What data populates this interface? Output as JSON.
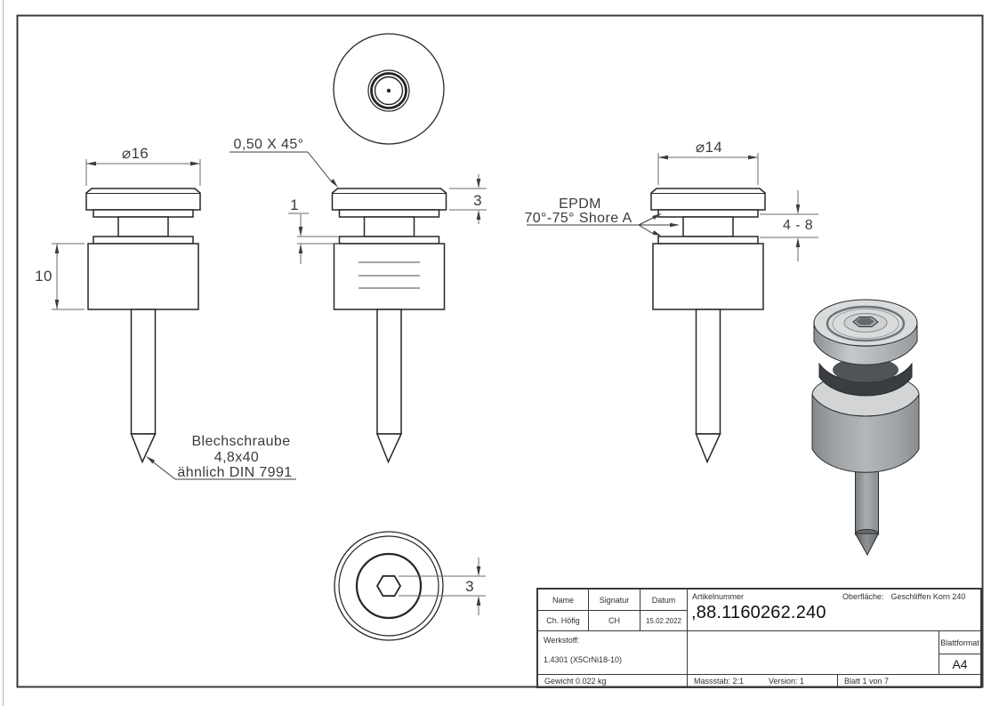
{
  "colors": {
    "part_line": "#262626",
    "dim_line": "#6a6a6a",
    "frame": "#3a3a3a",
    "metal_light": "#d9dbdc",
    "metal_mid": "#a7aaac",
    "metal_dark": "#7c7f81",
    "gasket_dark": "#3b3e40"
  },
  "annotations": {
    "d16": "⌀16",
    "chamfer": "0,50 X 45°",
    "cap3": "3",
    "one": "1",
    "ten": "10",
    "d14": "⌀14",
    "epdm1": "EPDM",
    "epdm2": "70°-75° Shore A",
    "range48": "4 - 8",
    "note1": "Blechschraube",
    "note2": "4,8x40",
    "note3": "ähnlich DIN 7991",
    "hex3": "3"
  },
  "title_block": {
    "name_label": "Name",
    "signatur_label": "Signatur",
    "datum_label": "Datum",
    "artikelnummer_label": "Artikelnummer",
    "oberflaeche_label": "Oberfläche:",
    "oberflaeche_value": "Geschliffen Korn 240",
    "name_value": "Ch. Höfig",
    "signatur_value": "CH",
    "datum_value": "15.02.2022",
    "artikelnummer_value": ",88.1160262.240",
    "werkstoff_label": "Werkstoff:",
    "werkstoff_value": "1.4301 (X5CrNi18-10)",
    "blattformat_label": "Blattformat",
    "blattformat_value": "A4",
    "gewicht": "Gewicht 0.022 kg",
    "massstab": "Massstab: 2:1",
    "version": "Version: 1",
    "blatt": "Blatt 1 von 7"
  }
}
